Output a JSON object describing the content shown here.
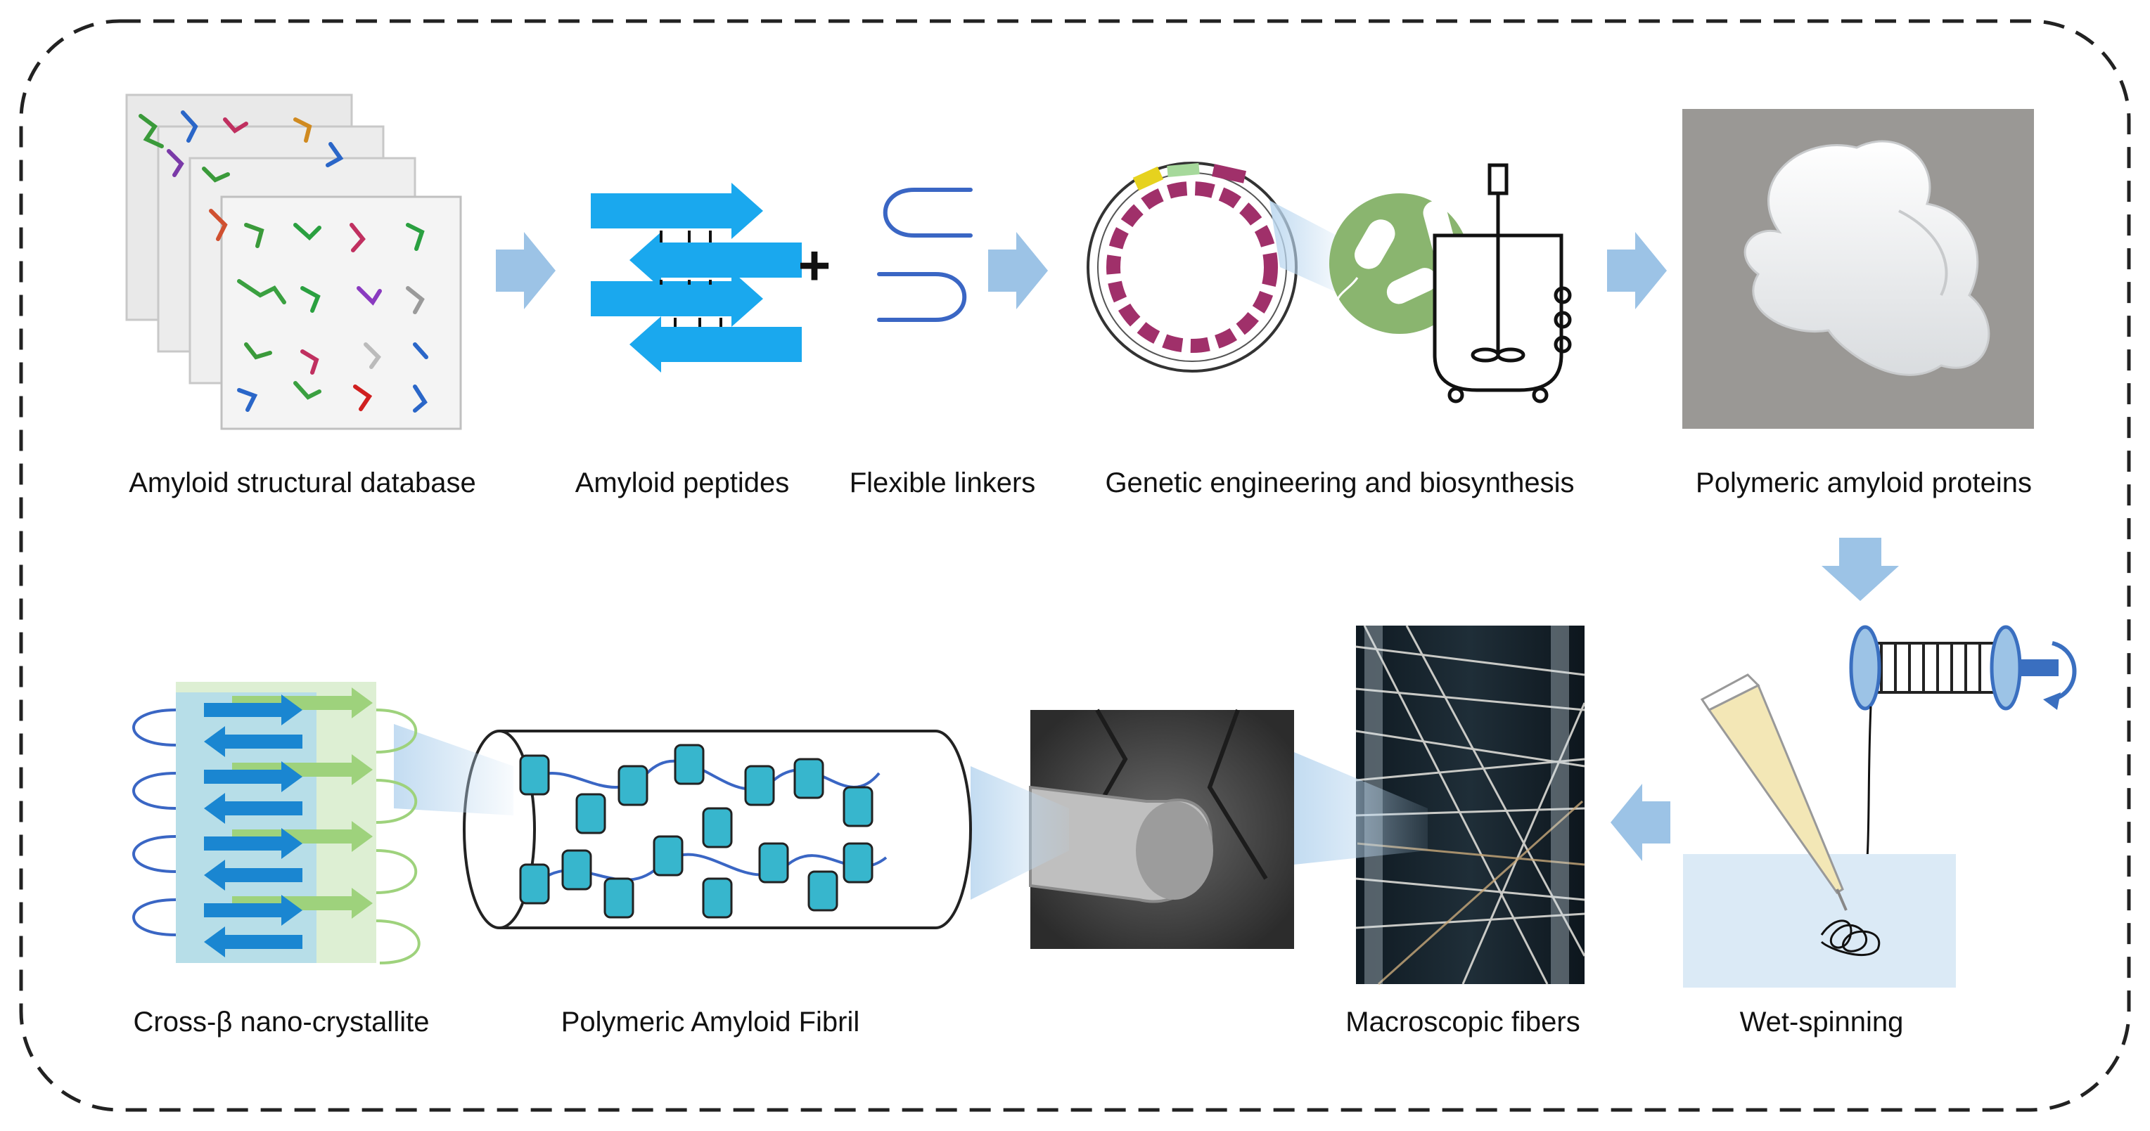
{
  "labels": {
    "database": "Amyloid structural database",
    "peptides": "Amyloid peptides",
    "linkers": "Flexible linkers",
    "genetic": "Genetic engineering and biosynthesis",
    "polymeric_proteins": "Polymeric amyloid proteins",
    "cross_beta": "Cross-β nano-crystallite",
    "fibril": "Polymeric Amyloid Fibril",
    "macroscopic": "Macroscopic fibers",
    "wet_spinning": "Wet-spinning"
  },
  "plus_sign": "+",
  "colors": {
    "flow_arrow": "#9cc3e6",
    "beta_strand": "#1aa8ee",
    "beta_strand_dark": "#1a86d1",
    "linker_blue": "#3a66c4",
    "linker_green": "#9fd07a",
    "strand_green": "#9ed27c",
    "plasmid_magenta": "#a0306a",
    "cell_green": "#8ab56f",
    "fibril_cyan": "#37b6cd",
    "bath_blue": "#dbeaf6",
    "border": "#222222"
  },
  "icons": {
    "arrow": "right-arrow-icon",
    "plus": "plus-icon",
    "reactor": "bioreactor-icon",
    "spool": "spool-icon",
    "rotation": "rotation-arrow-icon"
  }
}
